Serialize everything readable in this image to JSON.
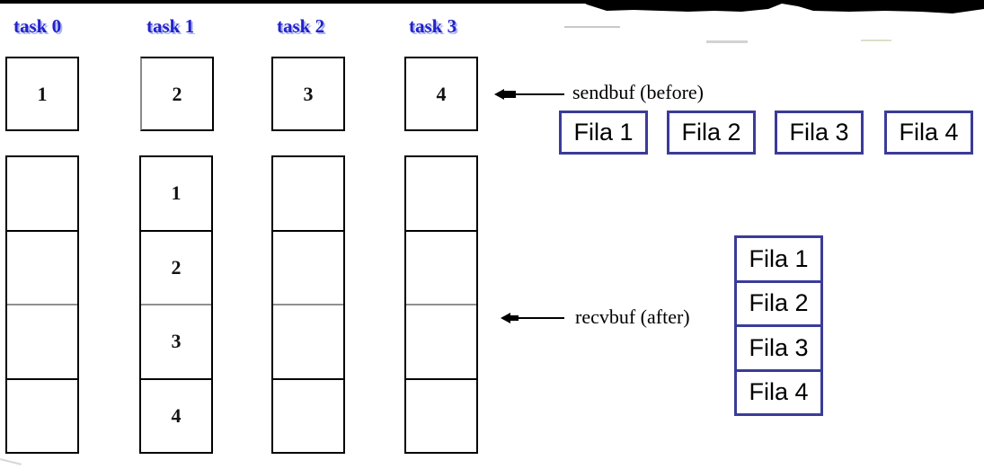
{
  "tasks": [
    {
      "label": "task 0",
      "send": "1",
      "recv": [
        "",
        "",
        "",
        ""
      ]
    },
    {
      "label": "task 1",
      "send": "2",
      "recv": [
        "1",
        "2",
        "3",
        "4"
      ]
    },
    {
      "label": "task 2",
      "send": "3",
      "recv": [
        "",
        "",
        "",
        ""
      ]
    },
    {
      "label": "task 3",
      "send": "4",
      "recv": [
        "",
        "",
        "",
        ""
      ]
    }
  ],
  "annotations": {
    "sendbuf": "sendbuf (before)",
    "recvbuf": "recvbuf (after)"
  },
  "fila_row": [
    "Fila 1",
    "Fila 2",
    "Fila 3",
    "Fila 4"
  ],
  "fila_stack": [
    "Fila 1",
    "Fila 2",
    "Fila 3",
    "Fila 4"
  ],
  "colors": {
    "task_label_blue": "#2222cc",
    "task_label_shadow": "#a9b4ee",
    "fila_border_blue": "#3b3b99",
    "box_border_black": "#000000"
  }
}
